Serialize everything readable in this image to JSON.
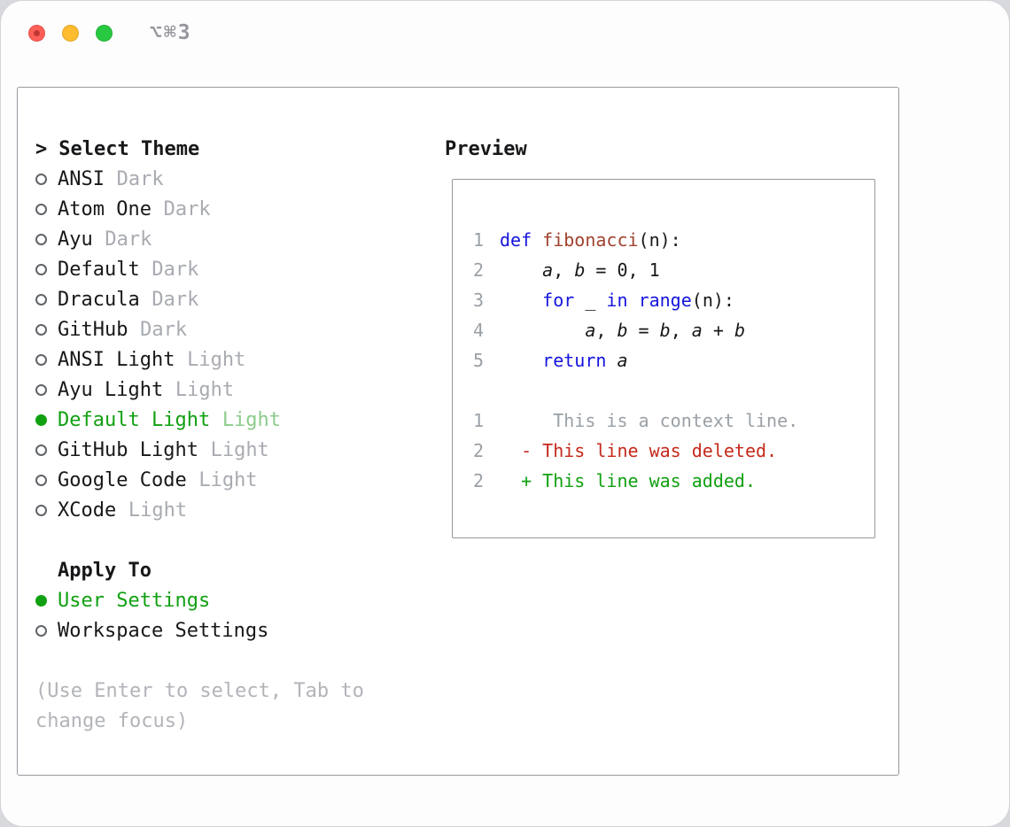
{
  "colors": {
    "green": "#11a011",
    "green-muted": "#8ccb8c",
    "red": "#c5291c",
    "blue": "#1414dd",
    "maroon": "#a0412d",
    "gray": "#9aa0a6",
    "hint": "#b2b4b9",
    "variant": "#a8abb1",
    "text": "#17181a",
    "border": "#97989e",
    "shortcut": "#97989d"
  },
  "window": {
    "shortcut_label": "⌥⌘3",
    "traffic_lights": [
      {
        "name": "close",
        "color": "#ff5f57"
      },
      {
        "name": "minimize",
        "color": "#febc2e"
      },
      {
        "name": "zoom",
        "color": "#28c840"
      }
    ]
  },
  "panel": {
    "select_theme": {
      "prompt": ">",
      "title": "Select Theme",
      "items": [
        {
          "name": "ANSI",
          "variant": "Dark",
          "selected": false
        },
        {
          "name": "Atom One",
          "variant": "Dark",
          "selected": false
        },
        {
          "name": "Ayu",
          "variant": "Dark",
          "selected": false
        },
        {
          "name": "Default",
          "variant": "Dark",
          "selected": false
        },
        {
          "name": "Dracula",
          "variant": "Dark",
          "selected": false
        },
        {
          "name": "GitHub",
          "variant": "Dark",
          "selected": false
        },
        {
          "name": "ANSI Light",
          "variant": "Light",
          "selected": false
        },
        {
          "name": "Ayu Light",
          "variant": "Light",
          "selected": false
        },
        {
          "name": "Default Light",
          "variant": "Light",
          "selected": true
        },
        {
          "name": "GitHub Light",
          "variant": "Light",
          "selected": false
        },
        {
          "name": "Google Code",
          "variant": "Light",
          "selected": false
        },
        {
          "name": "XCode",
          "variant": "Light",
          "selected": false
        }
      ]
    },
    "apply_to": {
      "title": "Apply To",
      "options": [
        {
          "name": "User Settings",
          "selected": true
        },
        {
          "name": "Workspace Settings",
          "selected": false
        }
      ]
    },
    "hint_lines": [
      "(Use Enter to select, Tab to",
      "change focus)"
    ],
    "preview": {
      "title": "Preview",
      "code_lines": [
        {
          "num": "1",
          "tokens": [
            [
              "def",
              "kw"
            ],
            [
              " "
            ],
            [
              "fibonacci",
              "fn"
            ],
            [
              "(n):"
            ]
          ]
        },
        {
          "num": "2",
          "tokens": [
            [
              "    "
            ],
            [
              "a",
              "it"
            ],
            [
              ", "
            ],
            [
              "b",
              "it"
            ],
            [
              " = 0, 1"
            ]
          ]
        },
        {
          "num": "3",
          "tokens": [
            [
              "    "
            ],
            [
              "for",
              "kw"
            ],
            [
              " _ "
            ],
            [
              "in",
              "kw"
            ],
            [
              " "
            ],
            [
              "range",
              "kw"
            ],
            [
              "(n):"
            ]
          ]
        },
        {
          "num": "4",
          "tokens": [
            [
              "        "
            ],
            [
              "a",
              "it"
            ],
            [
              ", "
            ],
            [
              "b",
              "it"
            ],
            [
              " = "
            ],
            [
              "b",
              "it"
            ],
            [
              ", "
            ],
            [
              "a",
              "it"
            ],
            [
              " + "
            ],
            [
              "b",
              "it"
            ]
          ]
        },
        {
          "num": "5",
          "tokens": [
            [
              "    "
            ],
            [
              "return",
              "kw"
            ],
            [
              " "
            ],
            [
              "a",
              "it"
            ]
          ]
        }
      ],
      "diff_lines": [
        {
          "num": "1",
          "text": "     This is a context line.",
          "style": "context"
        },
        {
          "num": "2",
          "text": "  - This line was deleted.",
          "style": "deleted"
        },
        {
          "num": "2",
          "text": "  + This line was added.",
          "style": "added"
        }
      ]
    }
  }
}
